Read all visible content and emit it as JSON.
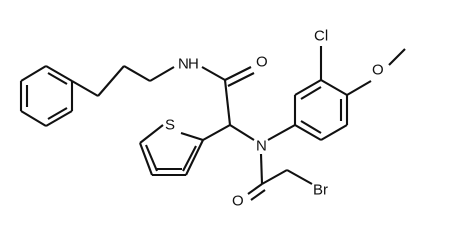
{
  "molecule": {
    "atom_labels": {
      "amide_nh": "N",
      "amide_h": "H",
      "amide_carbonyl_o": "O",
      "tertiary_n": "N",
      "chloro": "Cl",
      "methoxy_o": "O",
      "thiophene_s": "S",
      "acyl_carbonyl_o": "O",
      "bromo": "Br"
    }
  }
}
